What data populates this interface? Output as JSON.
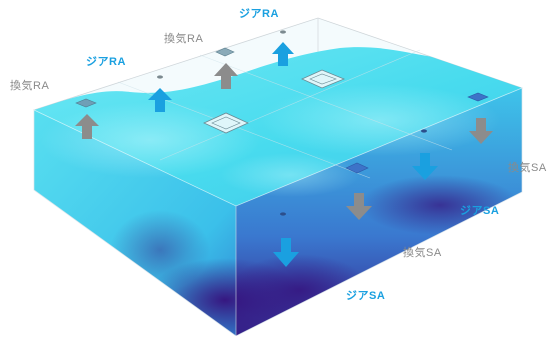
{
  "labels": {
    "ra_gia_top": "ジアRA",
    "ra_gia_left": "ジアRA",
    "ra_kanki_mid": "換気RA",
    "ra_kanki_left": "換気RA",
    "sa_kanki_right": "換気SA",
    "sa_gia_right": "ジアSA",
    "sa_kanki_front": "換気SA",
    "sa_gia_front": "ジアSA"
  },
  "colors": {
    "gia_arrow": "#1aa0e0",
    "kanki_arrow": "#8c8c8c",
    "gia_label": "#1aa0e0",
    "kanki_label": "#8a8a8a",
    "volume_light": "#4fe0f0",
    "volume_mid": "#2fa6e6",
    "volume_deep": "#3a1a8c"
  }
}
